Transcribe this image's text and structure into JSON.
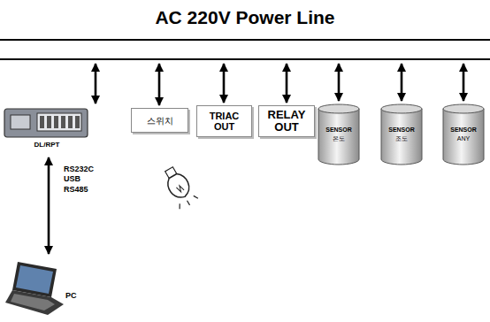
{
  "diagram": {
    "nodes": [
      {
        "text": [
          "AC 220V Power Line"
        ]
      },
      {
        "text": [
          "DL/RPT"
        ]
      },
      {
        "text": [
          "스위치"
        ]
      },
      {
        "text": [
          "TRIAC OUT"
        ]
      },
      {
        "text": [
          "RELAY OUT"
        ]
      },
      {
        "text": [
          "SENSOR",
          "온도"
        ]
      },
      {
        "text": [
          "SENSOR",
          "조도"
        ]
      },
      {
        "text": [
          "SENSOR",
          "ANY"
        ]
      },
      {
        "text": [
          "PC"
        ]
      }
    ],
    "edges": [
      {
        "from": 0,
        "to": 1,
        "arrow": "both"
      },
      {
        "from": 0,
        "to": 2,
        "arrow": "both"
      },
      {
        "from": 0,
        "to": 3,
        "arrow": "both"
      },
      {
        "from": 0,
        "to": 4,
        "arrow": "both"
      },
      {
        "from": 0,
        "to": 5,
        "arrow": "both"
      },
      {
        "from": 0,
        "to": 6,
        "arrow": "both"
      },
      {
        "from": 0,
        "to": 7,
        "arrow": "both"
      },
      {
        "from": 1,
        "to": 8,
        "arrow": "both"
      }
    ],
    "labels": [
      "RS232C USB RS485"
    ]
  }
}
